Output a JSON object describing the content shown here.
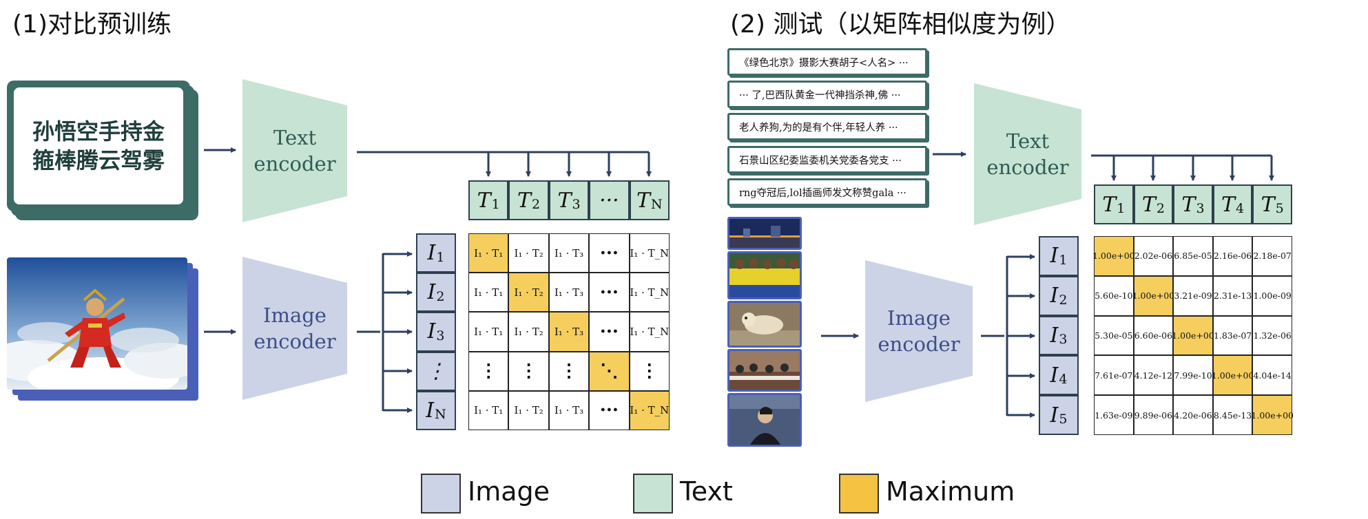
{
  "left_title": "(1)对比预训练",
  "right_title": "(2) 测试（以矩阵相似度为例）",
  "text_card": [
    "孙悟空手持金",
    "箍棒腾云驾雾"
  ],
  "encoders": {
    "text": [
      "Text",
      "encoder"
    ],
    "image": [
      "Image",
      "encoder"
    ]
  },
  "left_text_tokens": [
    {
      "base": "T",
      "sub": "1"
    },
    {
      "base": "T",
      "sub": "2"
    },
    {
      "base": "T",
      "sub": "3"
    },
    {
      "base": "···",
      "sub": ""
    },
    {
      "base": "T",
      "sub": "N"
    }
  ],
  "left_image_tokens": [
    {
      "base": "I",
      "sub": "1"
    },
    {
      "base": "I",
      "sub": "2"
    },
    {
      "base": "I",
      "sub": "3"
    },
    {
      "base": "⋮",
      "sub": ""
    },
    {
      "base": "I",
      "sub": "N"
    }
  ],
  "left_matrix": [
    [
      "I₁ · T₁",
      "I₁ · T₂",
      "I₁ · T₃",
      "···",
      "I₁ · T_N"
    ],
    [
      "I₁ · T₁",
      "I₁ · T₂",
      "I₁ · T₃",
      "···",
      "I₁ · T_N"
    ],
    [
      "I₁ · T₁",
      "I₁ · T₂",
      "I₁ · T₃",
      "···",
      "I₁ · T_N"
    ],
    [
      "⋮",
      "⋮",
      "⋮",
      "⋱",
      "⋮"
    ],
    [
      "I₁ · T₁",
      "I₁ · T₂",
      "I₁ · T₃",
      "···",
      "I₁ · T_N"
    ]
  ],
  "left_highlight": [
    [
      0,
      0
    ],
    [
      1,
      1
    ],
    [
      2,
      2
    ],
    [
      3,
      3
    ],
    [
      4,
      4
    ]
  ],
  "captions": [
    "《绿色北京》摄影大赛胡子<人名> ···",
    "··· 了,巴西队黄金一代神挡杀神,佛 ···",
    "老人养狗,为的是有个伴,年轻人养 ···",
    "石景山区纪委监委机关党委各党支 ···",
    "rng夺冠后,lol插画师发文称赞gala ···"
  ],
  "right_text_tokens": [
    {
      "base": "T",
      "sub": "1"
    },
    {
      "base": "T",
      "sub": "2"
    },
    {
      "base": "T",
      "sub": "3"
    },
    {
      "base": "T",
      "sub": "4"
    },
    {
      "base": "T",
      "sub": "5"
    }
  ],
  "right_image_tokens": [
    {
      "base": "I",
      "sub": "1"
    },
    {
      "base": "I",
      "sub": "2"
    },
    {
      "base": "I",
      "sub": "3"
    },
    {
      "base": "I",
      "sub": "4"
    },
    {
      "base": "I",
      "sub": "5"
    }
  ],
  "right_matrix": [
    [
      "1.00e+00",
      "2.02e-06",
      "6.85e-05",
      "2.16e-06",
      "2.18e-07"
    ],
    [
      "5.60e-10",
      "1.00e+00",
      "3.21e-09",
      "2.31e-13",
      "1.00e-09"
    ],
    [
      "5.30e-05",
      "6.60e-06",
      "1.00e+00",
      "1.83e-07",
      "1.32e-06"
    ],
    [
      "7.61e-07",
      "4.12e-12",
      "7.99e-10",
      "1.00e+00",
      "4.04e-14"
    ],
    [
      "1.63e-09",
      "9.89e-06",
      "4.20e-06",
      "8.45e-13",
      "1.00e+00"
    ]
  ],
  "right_highlight": [
    [
      0,
      0
    ],
    [
      1,
      1
    ],
    [
      2,
      2
    ],
    [
      3,
      3
    ],
    [
      4,
      4
    ]
  ],
  "legend": [
    {
      "label": "Image",
      "color": "#ccd3e7"
    },
    {
      "label": "Text",
      "color": "#c7e3d3"
    },
    {
      "label": "Maximum",
      "color": "#f5c242"
    }
  ],
  "colors": {
    "text_encoder": "#c7e3d3",
    "image_encoder": "#ccd3e7",
    "maximum": "#f5ce5e",
    "arrow": "#2e3f5f"
  }
}
